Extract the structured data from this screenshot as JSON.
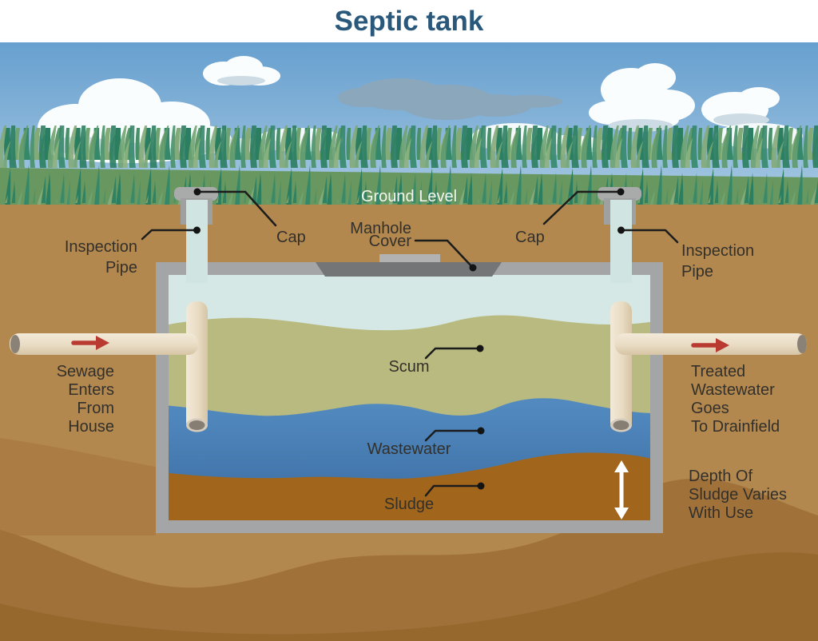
{
  "title": "Septic tank",
  "labels": {
    "ground_level": "Ground Level",
    "manhole_cover": {
      "lines": [
        "Manhole",
        "Cover"
      ]
    },
    "cap_left": "Cap",
    "cap_right": "Cap",
    "inspection_pipe_left": {
      "lines": [
        "Inspection",
        "Pipe"
      ]
    },
    "inspection_pipe_right": {
      "lines": [
        "Inspection",
        "Pipe"
      ]
    },
    "scum": "Scum",
    "wastewater": "Wastewater",
    "sludge": "Sludge",
    "sewage_inlet": {
      "lines": [
        "Sewage",
        "Enters",
        "From",
        "House"
      ]
    },
    "treated_outlet": {
      "lines": [
        "Treated",
        "Wastewater",
        "Goes",
        "To Drainfield"
      ]
    },
    "sludge_depth": {
      "lines": [
        "Depth Of",
        "Sludge Varies",
        "With Use"
      ]
    }
  },
  "colors": {
    "title": "#29587b",
    "sky_top": "#67a0cf",
    "sky_bottom": "#a9cbe3",
    "grass_band": "#68985f",
    "soil": "#b2884f",
    "soil_dark": "#a1713a",
    "soil_darker": "#97682e",
    "tank_wall": "#a3a5a7",
    "manhole": "#737577",
    "air": "#d6e8e5",
    "scum": "#b9ba80",
    "wastewater_top": "#528abf",
    "wastewater_bottom": "#3a6ba1",
    "sludge": "#a1661b",
    "pipe": "#e9dcc4",
    "inspection_pipe": "#d0e4e1",
    "arrow_red": "#b93a31",
    "depth_arrow": "#ffffff",
    "leader": "#1c1c1c",
    "text": "#33302b"
  }
}
